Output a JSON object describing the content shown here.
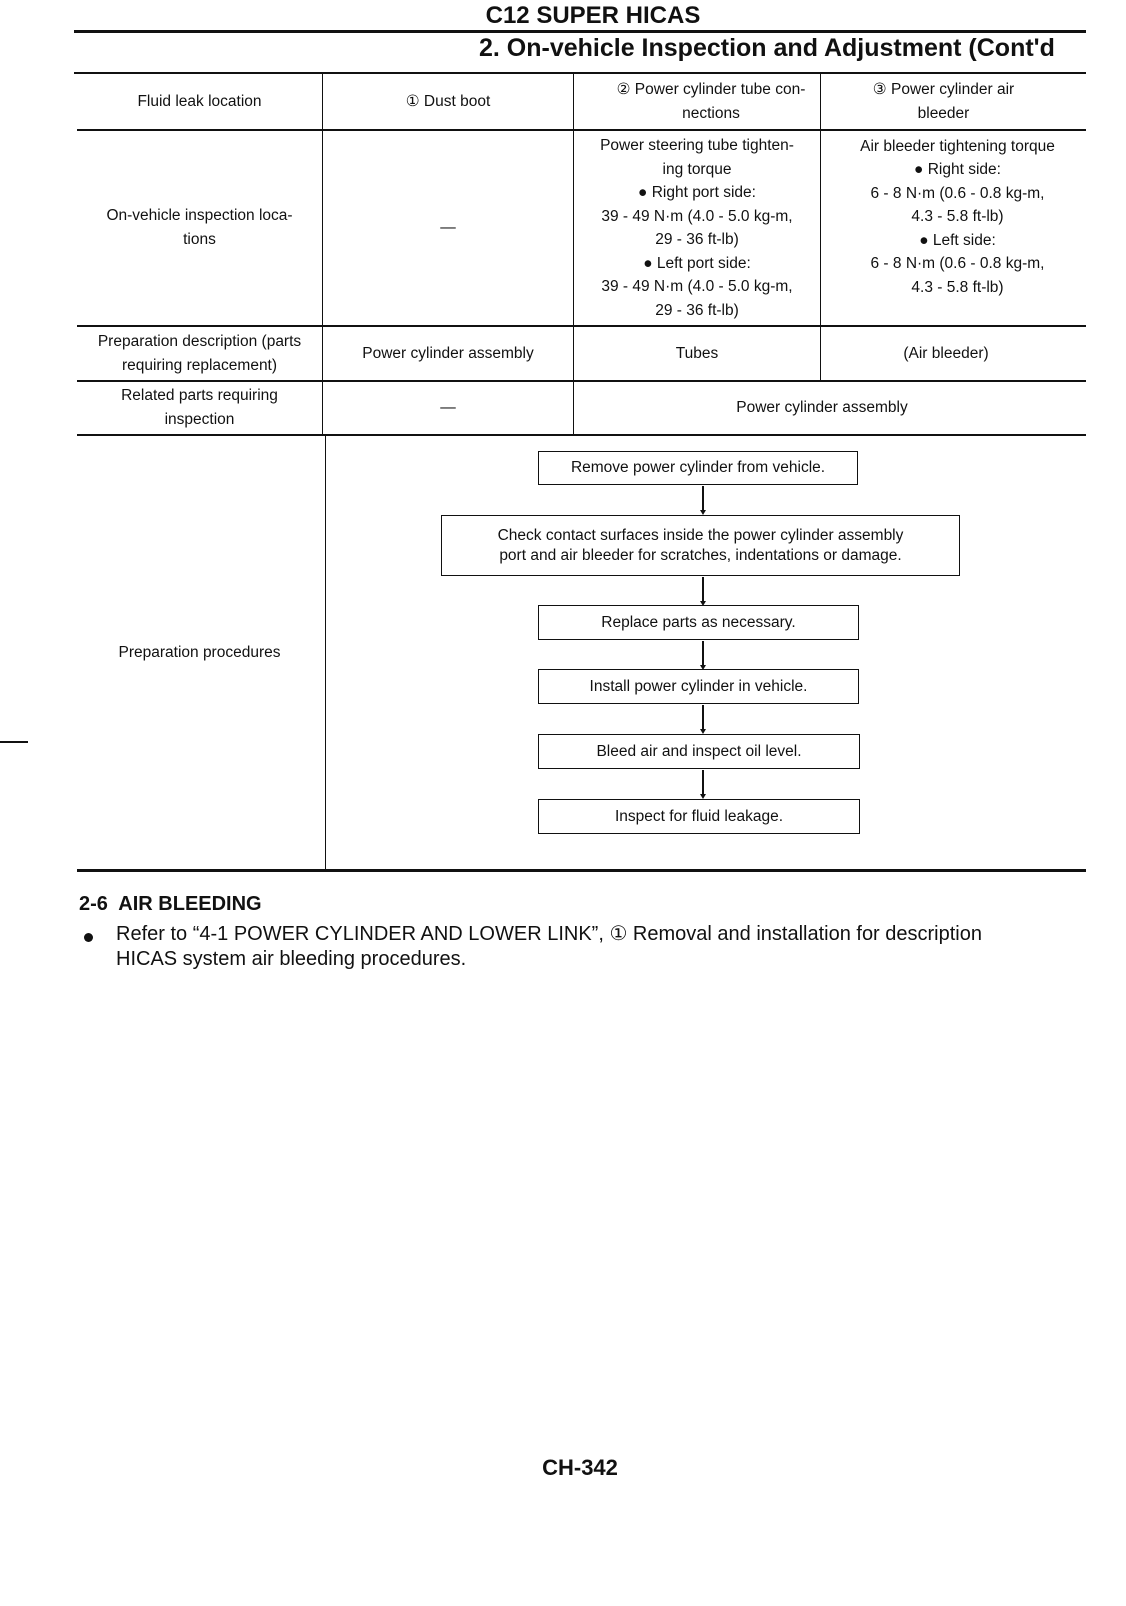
{
  "header": {
    "title": "C12 SUPER HICAS",
    "subtitle": "2. On-vehicle Inspection and Adjustment (Cont'd"
  },
  "table": {
    "columns": {
      "row_label": "Fluid leak location",
      "col1": "① Dust boot",
      "col2": "② Power cylinder tube con-\nnections",
      "col3": "③ Power cylinder air\nbleeder"
    },
    "inspection_row": {
      "label": "On-vehicle inspection loca-\ntions",
      "col1": "—",
      "col2": "Power steering tube tighten-\ning torque\n● Right port side:\n39 - 49 N·m (4.0 - 5.0 kg-m,\n29 - 36 ft-lb)\n● Left port side:\n39 - 49 N·m (4.0 - 5.0 kg-m,\n29 - 36 ft-lb)",
      "col3": "Air bleeder tightening torque\n● Right side:\n6 - 8 N·m (0.6 - 0.8 kg-m,\n4.3 - 5.8 ft-lb)\n● Left side:\n6 - 8 N·m (0.6 - 0.8 kg-m,\n4.3 - 5.8 ft-lb)"
    },
    "preparation_row": {
      "label": "Preparation description (parts\nrequiring replacement)",
      "col1": "Power cylinder assembly",
      "col2": "Tubes",
      "col3": "(Air bleeder)"
    },
    "related_row": {
      "label": "Related parts requiring\ninspection",
      "col1": "—",
      "col23": "Power cylinder assembly"
    },
    "procedures_row": {
      "label": "Preparation procedures",
      "steps": [
        "Remove power cylinder from vehicle.",
        "Check contact surfaces inside the power cylinder assembly\nport and air bleeder for scratches, indentations or damage.",
        "Replace parts as necessary.",
        "Install power cylinder in vehicle.",
        "Bleed air and inspect oil level.",
        "Inspect for fluid leakage."
      ]
    }
  },
  "section": {
    "title": "2-6  AIR BLEEDING",
    "bullet": "Refer to “4-1 POWER CYLINDER AND LOWER LINK”, ① Removal and installation for description\nHICAS system air bleeding procedures."
  },
  "footer": {
    "page_number": "CH-342"
  }
}
